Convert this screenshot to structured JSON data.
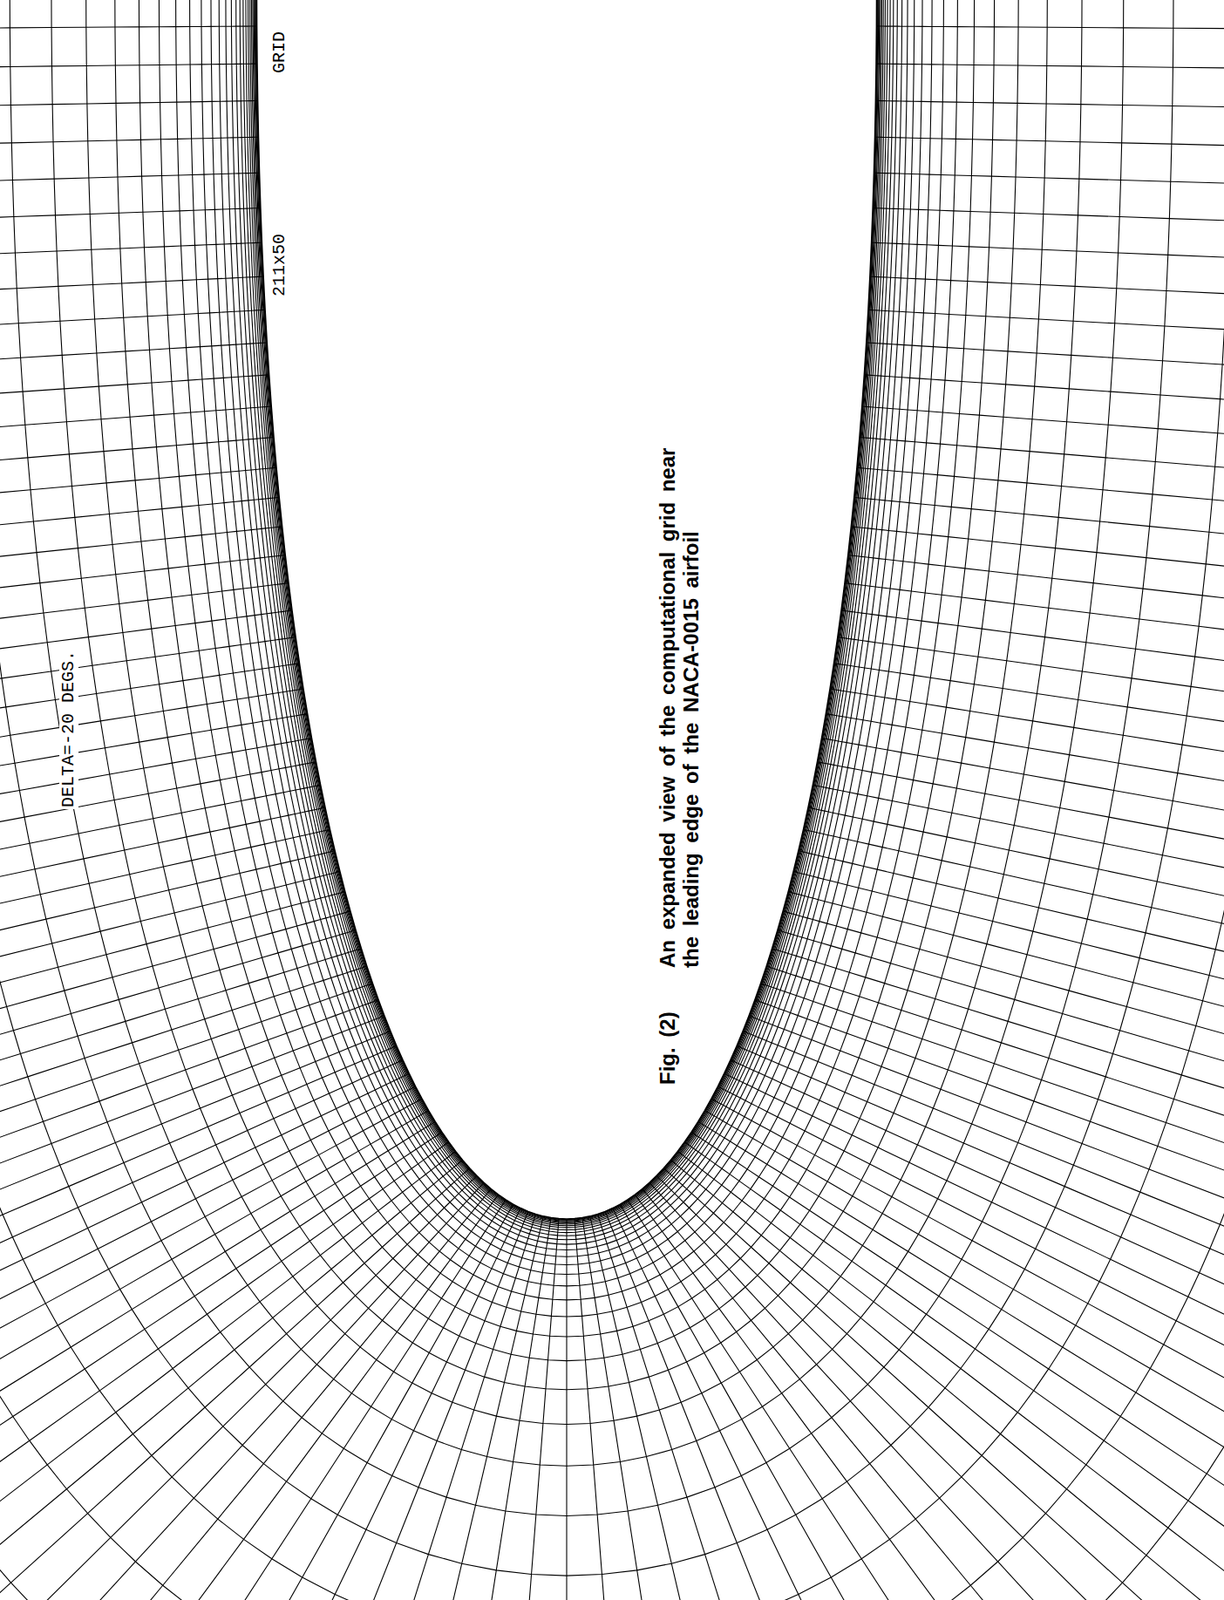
{
  "diagram": {
    "caption": "An expanded view of the computational grid near the leading edge of the NACA-0015 airfoil",
    "labels": [
      "DELTA=-20 DEGS.",
      "211x50",
      "GRID",
      "Fig. (2)"
    ]
  }
}
